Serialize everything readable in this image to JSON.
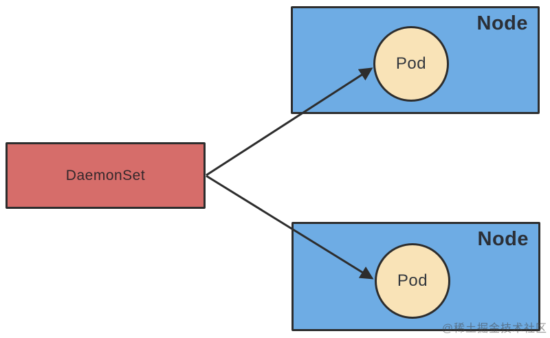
{
  "title": "DaemonSet scheduling diagram",
  "colors": {
    "daemonset_fill": "#d66d6a",
    "node_fill": "#6eace4",
    "pod_fill": "#f9e3b7",
    "stroke": "#2d2d2d",
    "background": "#ffffff"
  },
  "daemonset": {
    "label": "DaemonSet"
  },
  "nodes": [
    {
      "label": "Node",
      "pod": {
        "label": "Pod"
      }
    },
    {
      "label": "Node",
      "pod": {
        "label": "Pod"
      }
    }
  ],
  "watermark": "@稀土掘金技术社区"
}
